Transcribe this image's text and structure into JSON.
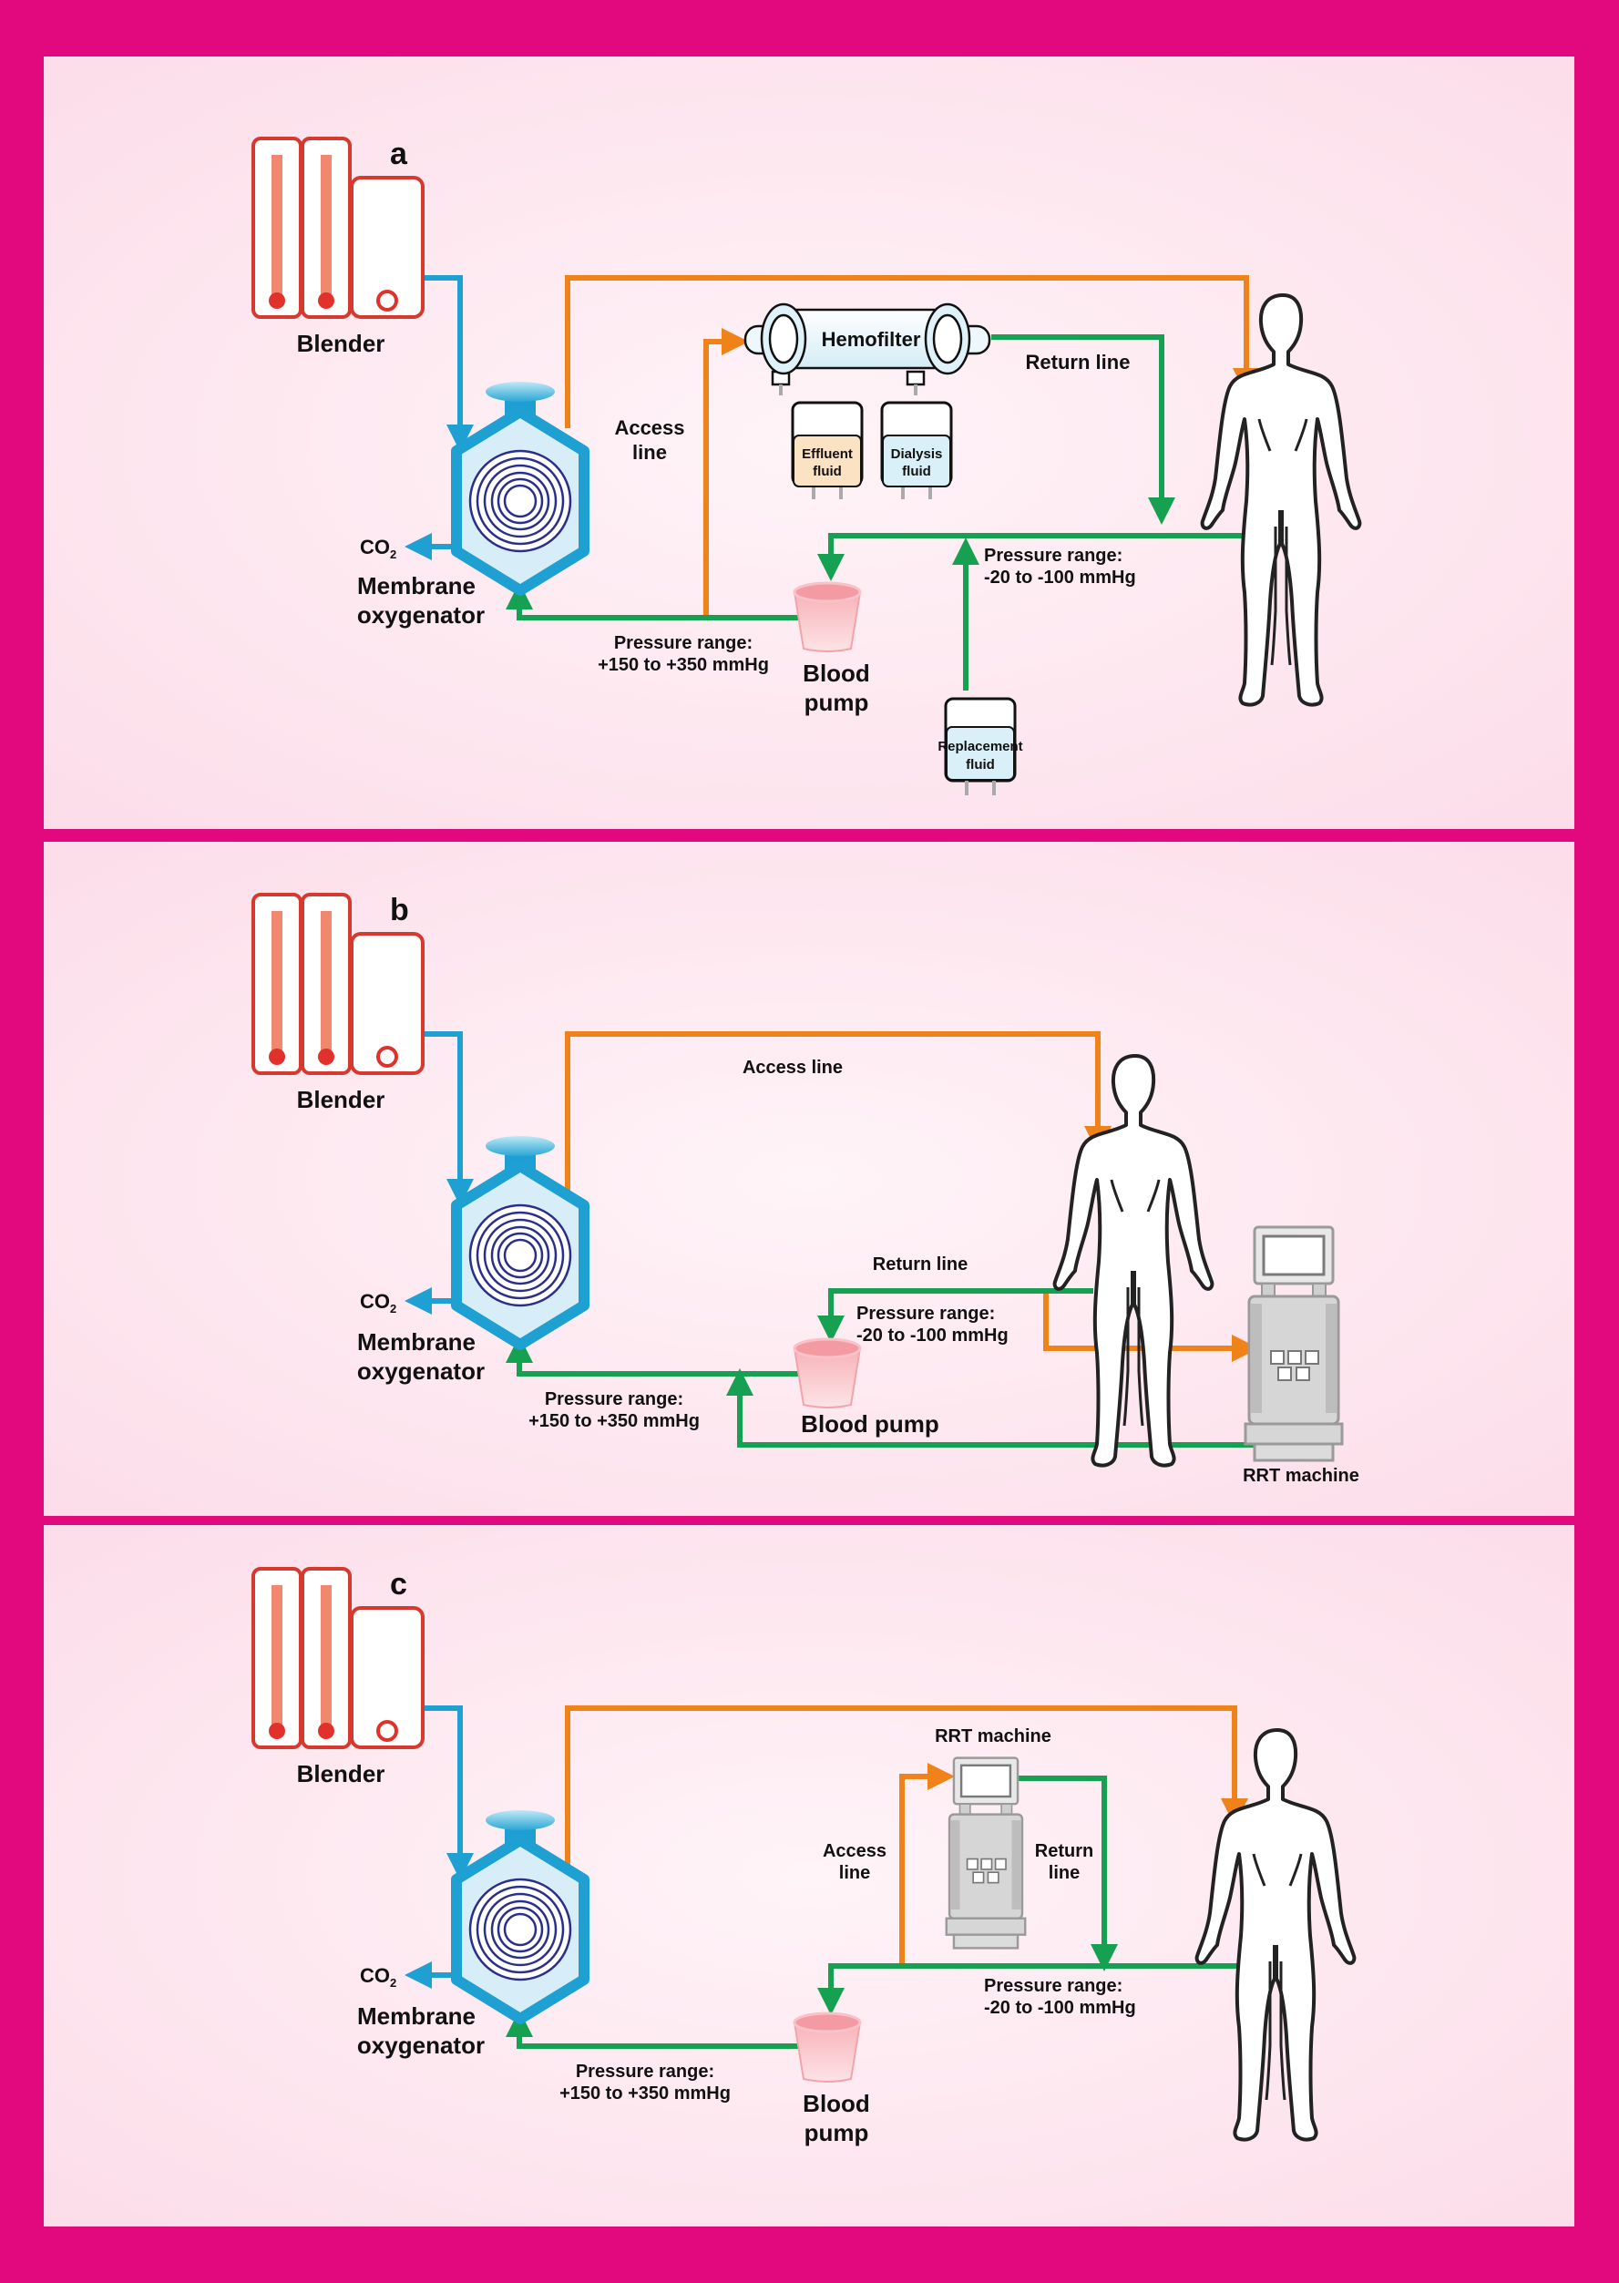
{
  "colors": {
    "frame": "#e2087e",
    "panel_background": "#fde6f0",
    "blender_red": "#d63a2f",
    "oxygenator_blue": "#1ea0d2",
    "coil_navy": "#2b2f8c",
    "access_orange": "#f0821a",
    "return_green": "#16a052",
    "blood_pump_pink": "#f4a8ad",
    "effluent_fill": "#fbe2c3",
    "dialysis_fill": "#daf0f8",
    "machine_grey": "#d6d6d6"
  },
  "icons": [
    "blender-icon",
    "membrane-oxygenator-icon",
    "blood-pump-icon",
    "hemofilter-icon",
    "fluid-bag-icon",
    "human-body-icon",
    "rrt-machine-icon",
    "arrow-icon"
  ],
  "panels": [
    {
      "letter": "a",
      "blender": "Blender",
      "co2_main": "CO",
      "co2_sub": "2",
      "oxygenator_1": "Membrane",
      "oxygenator_2": "oxygenator",
      "hemofilter": "Hemofilter",
      "return_line": "Return line",
      "access_1": "Access",
      "access_2": "line",
      "effluent_1": "Effluent",
      "effluent_2": "fluid",
      "dialysis_1": "Dialysis",
      "dialysis_2": "fluid",
      "pressure_neg_1": "Pressure range:",
      "pressure_neg_2": "-20 to -100 mmHg",
      "pressure_pos_1": "Pressure range:",
      "pressure_pos_2": "+150 to +350 mmHg",
      "pump_1": "Blood",
      "pump_2": "pump",
      "replacement_1": "Replacement",
      "replacement_2": "fluid"
    },
    {
      "letter": "b",
      "blender": "Blender",
      "co2_main": "CO",
      "co2_sub": "2",
      "oxygenator_1": "Membrane",
      "oxygenator_2": "oxygenator",
      "access_line": "Access line",
      "return_line": "Return line",
      "pressure_neg_1": "Pressure range:",
      "pressure_neg_2": "-20 to -100 mmHg",
      "pressure_pos_1": "Pressure range:",
      "pressure_pos_2": "+150 to +350 mmHg",
      "pump": "Blood pump",
      "rrt_machine": "RRT machine"
    },
    {
      "letter": "c",
      "blender": "Blender",
      "co2_main": "CO",
      "co2_sub": "2",
      "oxygenator_1": "Membrane",
      "oxygenator_2": "oxygenator",
      "rrt_machine": "RRT machine",
      "access_1": "Access",
      "access_2": "line",
      "return_1": "Return",
      "return_2": "line",
      "pressure_neg_1": "Pressure range:",
      "pressure_neg_2": "-20 to -100 mmHg",
      "pressure_pos_1": "Pressure range:",
      "pressure_pos_2": "+150 to +350 mmHg",
      "pump_1": "Blood",
      "pump_2": "pump"
    }
  ]
}
